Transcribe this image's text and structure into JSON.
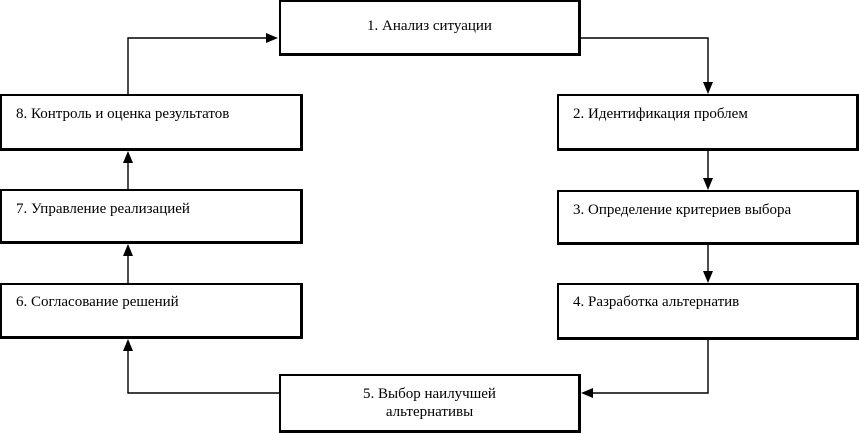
{
  "steps": {
    "s1": "1. Анализ ситуации",
    "s2": "2. Идентификация проблем",
    "s3": "3. Определение критериев выбора",
    "s4": "4. Разработка альтернатив",
    "s5_line1": "5. Выбор наилучшей",
    "s5_line2": "альтернативы",
    "s6": "6. Согласование решений",
    "s7": "7. Управление реализацией",
    "s8": "8. Контроль и оценка результатов"
  }
}
